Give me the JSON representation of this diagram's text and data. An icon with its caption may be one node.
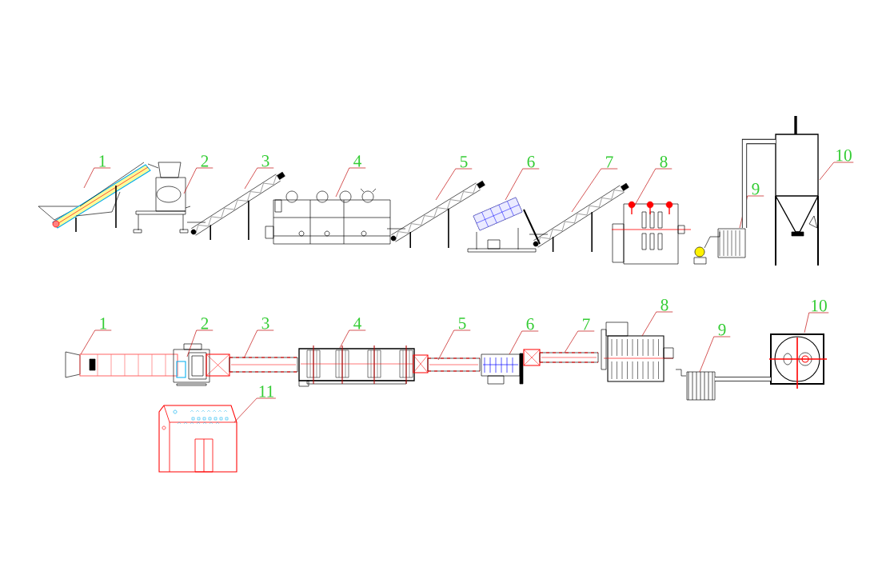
{
  "diagram": {
    "nodes": [
      {
        "text": [
          "1"
        ]
      },
      {
        "text": [],
        "shape": "picture"
      },
      {
        "text": [
          "2"
        ]
      },
      {
        "text": [],
        "shape": "picture"
      },
      {
        "text": [
          "3"
        ]
      },
      {
        "text": [],
        "shape": "picture"
      },
      {
        "text": [
          "4"
        ]
      },
      {
        "text": [],
        "shape": "picture"
      },
      {
        "text": [
          "5"
        ]
      },
      {
        "text": [],
        "shape": "picture"
      },
      {
        "text": [
          "6"
        ]
      },
      {
        "text": [],
        "shape": "picture"
      },
      {
        "text": [
          "7"
        ]
      },
      {
        "text": [],
        "shape": "picture"
      },
      {
        "text": [
          "8"
        ]
      },
      {
        "text": [],
        "shape": "picture"
      },
      {
        "text": [
          "9"
        ]
      },
      {
        "text": [],
        "shape": "picture"
      },
      {
        "text": [
          "10"
        ]
      },
      {
        "text": [],
        "shape": "picture"
      },
      {
        "text": [
          "1"
        ]
      },
      {
        "text": [],
        "shape": "picture"
      },
      {
        "text": [
          "2"
        ]
      },
      {
        "text": [],
        "shape": "picture"
      },
      {
        "text": [
          "3"
        ]
      },
      {
        "text": [],
        "shape": "picture"
      },
      {
        "text": [
          "4"
        ]
      },
      {
        "text": [],
        "shape": "picture"
      },
      {
        "text": [
          "5"
        ]
      },
      {
        "text": [],
        "shape": "picture"
      },
      {
        "text": [
          "6"
        ]
      },
      {
        "text": [],
        "shape": "picture"
      },
      {
        "text": [
          "7"
        ]
      },
      {
        "text": [],
        "shape": "picture"
      },
      {
        "text": [
          "8"
        ]
      },
      {
        "text": [],
        "shape": "picture"
      },
      {
        "text": [
          "9"
        ]
      },
      {
        "text": [],
        "shape": "picture"
      },
      {
        "text": [
          "10"
        ]
      },
      {
        "text": [],
        "shape": "picture"
      },
      {
        "text": [
          "11"
        ]
      },
      {
        "text": [],
        "shape": "picture"
      }
    ],
    "edges": [
      {
        "from": 0,
        "to": 1,
        "arrow": "none"
      },
      {
        "from": 2,
        "to": 3,
        "arrow": "none"
      },
      {
        "from": 4,
        "to": 5,
        "arrow": "none"
      },
      {
        "from": 6,
        "to": 7,
        "arrow": "none"
      },
      {
        "from": 8,
        "to": 9,
        "arrow": "none"
      },
      {
        "from": 10,
        "to": 11,
        "arrow": "none"
      },
      {
        "from": 12,
        "to": 13,
        "arrow": "none"
      },
      {
        "from": 14,
        "to": 15,
        "arrow": "none"
      },
      {
        "from": 16,
        "to": 17,
        "arrow": "none"
      },
      {
        "from": 18,
        "to": 19,
        "arrow": "none"
      },
      {
        "from": 20,
        "to": 21,
        "arrow": "none"
      },
      {
        "from": 22,
        "to": 23,
        "arrow": "none"
      },
      {
        "from": 24,
        "to": 25,
        "arrow": "none"
      },
      {
        "from": 26,
        "to": 27,
        "arrow": "none"
      },
      {
        "from": 28,
        "to": 29,
        "arrow": "none"
      },
      {
        "from": 30,
        "to": 31,
        "arrow": "none"
      },
      {
        "from": 32,
        "to": 33,
        "arrow": "none"
      },
      {
        "from": 34,
        "to": 35,
        "arrow": "none"
      },
      {
        "from": 36,
        "to": 37,
        "arrow": "none"
      },
      {
        "from": 38,
        "to": 39,
        "arrow": "none"
      },
      {
        "from": 40,
        "to": 41,
        "arrow": "none"
      },
      {
        "from": 17,
        "to": 19,
        "arrow": "none",
        "style": "thick",
        "color": "#000000"
      },
      {
        "from": 35,
        "to": 37,
        "arrow": "none",
        "color": "#000000"
      },
      {
        "from": 37,
        "to": 39,
        "arrow": "none",
        "style": "thick",
        "color": "#000000"
      }
    ]
  }
}
